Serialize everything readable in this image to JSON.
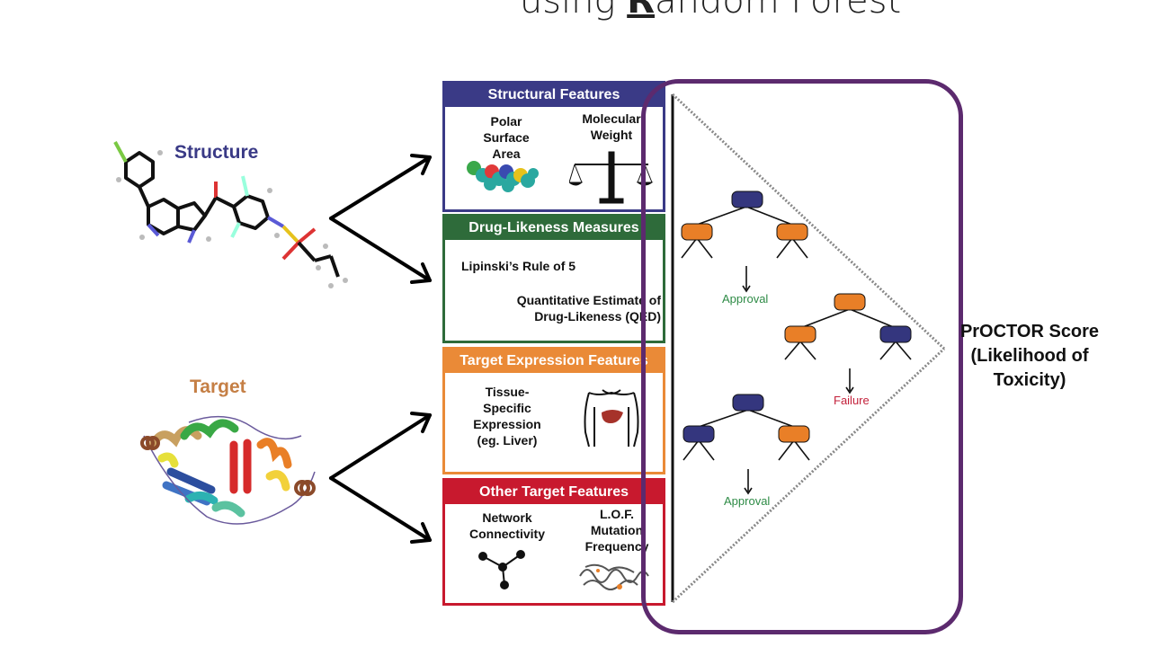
{
  "title": {
    "pre": "using ",
    "emph": "R",
    "post": "andom Forest"
  },
  "structure_label": "Structure",
  "target_label": "Target",
  "boxes": {
    "structural": {
      "header": "Structural Features",
      "f1": [
        "Polar",
        "Surface",
        "Area"
      ],
      "f2": [
        "Molecular",
        "Weight"
      ]
    },
    "drug": {
      "header": "Drug-Likeness Measures",
      "f1": "Lipinski’s Rule of 5",
      "f2": [
        "Quantitative Estimate of",
        "Drug-Likeness (QED)"
      ]
    },
    "expression": {
      "header": "Target Expression Features",
      "f1": [
        "Tissue-",
        "Specific",
        "Expression",
        "(eg. Liver)"
      ]
    },
    "other": {
      "header": "Other Target Features",
      "f1": [
        "Network",
        "Connectivity"
      ],
      "f2": [
        "L.O.F.",
        "Mutation",
        "Frequency"
      ]
    }
  },
  "trees": {
    "t1_leaf": "Approval",
    "t2_leaf": "Failure",
    "t3_leaf": "Approval"
  },
  "score": [
    "PrOCTOR Score",
    "(Likelihood of",
    "Toxicity)"
  ],
  "colors": {
    "structural": "#3a3a86",
    "drug": "#2e6b3a",
    "expression": "#ea8a37",
    "other": "#c8192e",
    "frame": "#5c2a6e",
    "node_blue": "#34367e",
    "node_orange": "#e97f27",
    "approval": "#2e8b46",
    "failure": "#c3213b",
    "structure_text": "#3a3a86",
    "target_text": "#c57f45"
  }
}
